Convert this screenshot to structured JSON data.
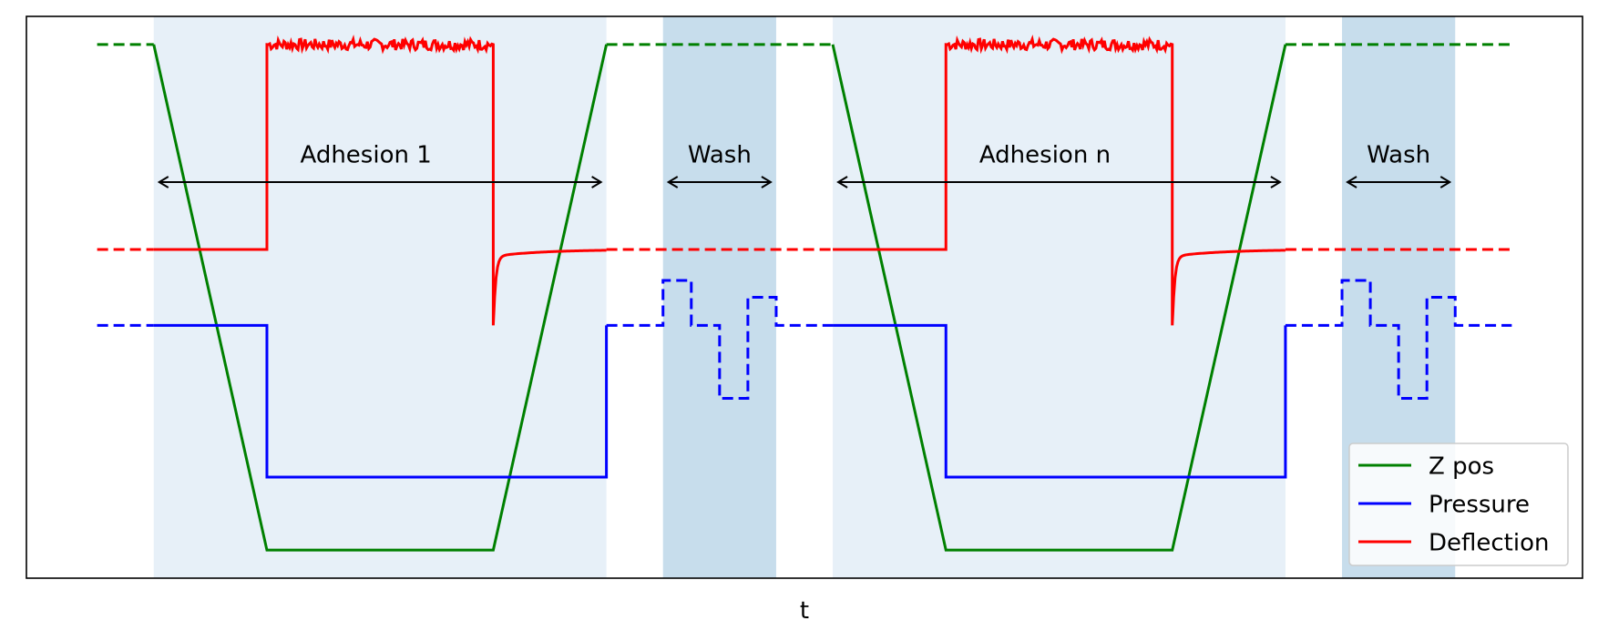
{
  "chart_data": {
    "type": "line",
    "title": "",
    "xlabel": "t",
    "ylabel": "",
    "xlim": [
      0,
      27.5
    ],
    "ylim": [
      -0.5,
      9.5
    ],
    "grid": false,
    "legend_placement": "lower-right",
    "regions": [
      {
        "kind": "adhesion",
        "x": [
          2.25,
          10.25
        ],
        "color": "#e7f0f8"
      },
      {
        "kind": "wash",
        "x": [
          11.25,
          13.25
        ],
        "color": "#c7ddec"
      },
      {
        "kind": "adhesion",
        "x": [
          14.25,
          22.25
        ],
        "color": "#e7f0f8"
      },
      {
        "kind": "wash",
        "x": [
          23.25,
          25.25
        ],
        "color": "#c7ddec"
      }
    ],
    "annotations": [
      {
        "text": "Adhesion 1",
        "x_text": 6.0,
        "y_text": 6.9,
        "x_from": 2.25,
        "x_to": 10.25,
        "y_arrow": 6.55
      },
      {
        "text": "Wash",
        "x_text": 12.25,
        "y_text": 6.9,
        "x_from": 11.25,
        "x_to": 13.25,
        "y_arrow": 6.55
      },
      {
        "text": "Adhesion n",
        "x_text": 18.0,
        "y_text": 6.9,
        "x_from": 14.25,
        "x_to": 22.25,
        "y_arrow": 6.55
      },
      {
        "text": "Wash",
        "x_text": 24.25,
        "y_text": 6.9,
        "x_from": 23.25,
        "x_to": 25.25,
        "y_arrow": 6.55
      }
    ],
    "series": [
      {
        "name": "Z pos",
        "color": "#008000",
        "segments": [
          {
            "style": "dashed",
            "x": [
              1.25,
              2.25
            ],
            "y": [
              9.0,
              9.0
            ]
          },
          {
            "style": "solid",
            "x": [
              2.25,
              4.25,
              8.25,
              10.25
            ],
            "y": [
              9.0,
              0.0,
              0.0,
              9.0
            ]
          },
          {
            "style": "dashed",
            "x": [
              10.25,
              14.25
            ],
            "y": [
              9.0,
              9.0
            ]
          },
          {
            "style": "solid",
            "x": [
              14.25,
              16.25,
              20.25,
              22.25
            ],
            "y": [
              9.0,
              0.0,
              0.0,
              9.0
            ]
          },
          {
            "style": "dashed",
            "x": [
              22.25,
              26.25
            ],
            "y": [
              9.0,
              9.0
            ]
          }
        ]
      },
      {
        "name": "Pressure",
        "color": "#0000ff",
        "segments": [
          {
            "style": "dashed",
            "x": [
              1.25,
              2.25
            ],
            "y": [
              4.0,
              4.0
            ]
          },
          {
            "style": "solid",
            "x": [
              2.25,
              4.25,
              4.25,
              10.25,
              10.25
            ],
            "y": [
              4.0,
              4.0,
              1.3,
              1.3,
              4.0
            ]
          },
          {
            "style": "dashed",
            "x": [
              10.25,
              11.25,
              11.25,
              11.75,
              11.75,
              12.25,
              12.25,
              12.75,
              12.75,
              13.25,
              13.25,
              14.25
            ],
            "y": [
              4.0,
              4.0,
              4.8,
              4.8,
              4.0,
              4.0,
              2.7,
              2.7,
              4.5,
              4.5,
              4.0,
              4.0
            ]
          },
          {
            "style": "solid",
            "x": [
              14.25,
              16.25,
              16.25,
              22.25,
              22.25
            ],
            "y": [
              4.0,
              4.0,
              1.3,
              1.3,
              4.0
            ]
          },
          {
            "style": "dashed",
            "x": [
              22.25,
              23.25,
              23.25,
              23.75,
              23.75,
              24.25,
              24.25,
              24.75,
              24.75,
              25.25,
              25.25,
              26.25
            ],
            "y": [
              4.0,
              4.0,
              4.8,
              4.8,
              4.0,
              4.0,
              2.7,
              2.7,
              4.5,
              4.5,
              4.0,
              4.0
            ]
          }
        ]
      },
      {
        "name": "Deflection",
        "color": "#ff0000",
        "segments": [
          {
            "style": "dashed",
            "x": [
              1.25,
              2.25
            ],
            "y": [
              5.35,
              5.35
            ]
          },
          {
            "style": "solid",
            "kind": "adhesion_cycle",
            "x_start": 2.25,
            "x_end": 10.25,
            "x_contact": 4.25,
            "x_release": 8.25,
            "baseline": 5.35,
            "plateau": 9.0,
            "plateau_noise": 0.1,
            "dip": 4.0
          },
          {
            "style": "dashed",
            "x": [
              10.25,
              14.25
            ],
            "y": [
              5.35,
              5.35
            ]
          },
          {
            "style": "solid",
            "kind": "adhesion_cycle",
            "x_start": 14.25,
            "x_end": 22.25,
            "x_contact": 16.25,
            "x_release": 20.25,
            "baseline": 5.35,
            "plateau": 9.0,
            "plateau_noise": 0.1,
            "dip": 4.0
          },
          {
            "style": "dashed",
            "x": [
              22.25,
              26.25
            ],
            "y": [
              5.35,
              5.35
            ]
          }
        ]
      }
    ]
  }
}
